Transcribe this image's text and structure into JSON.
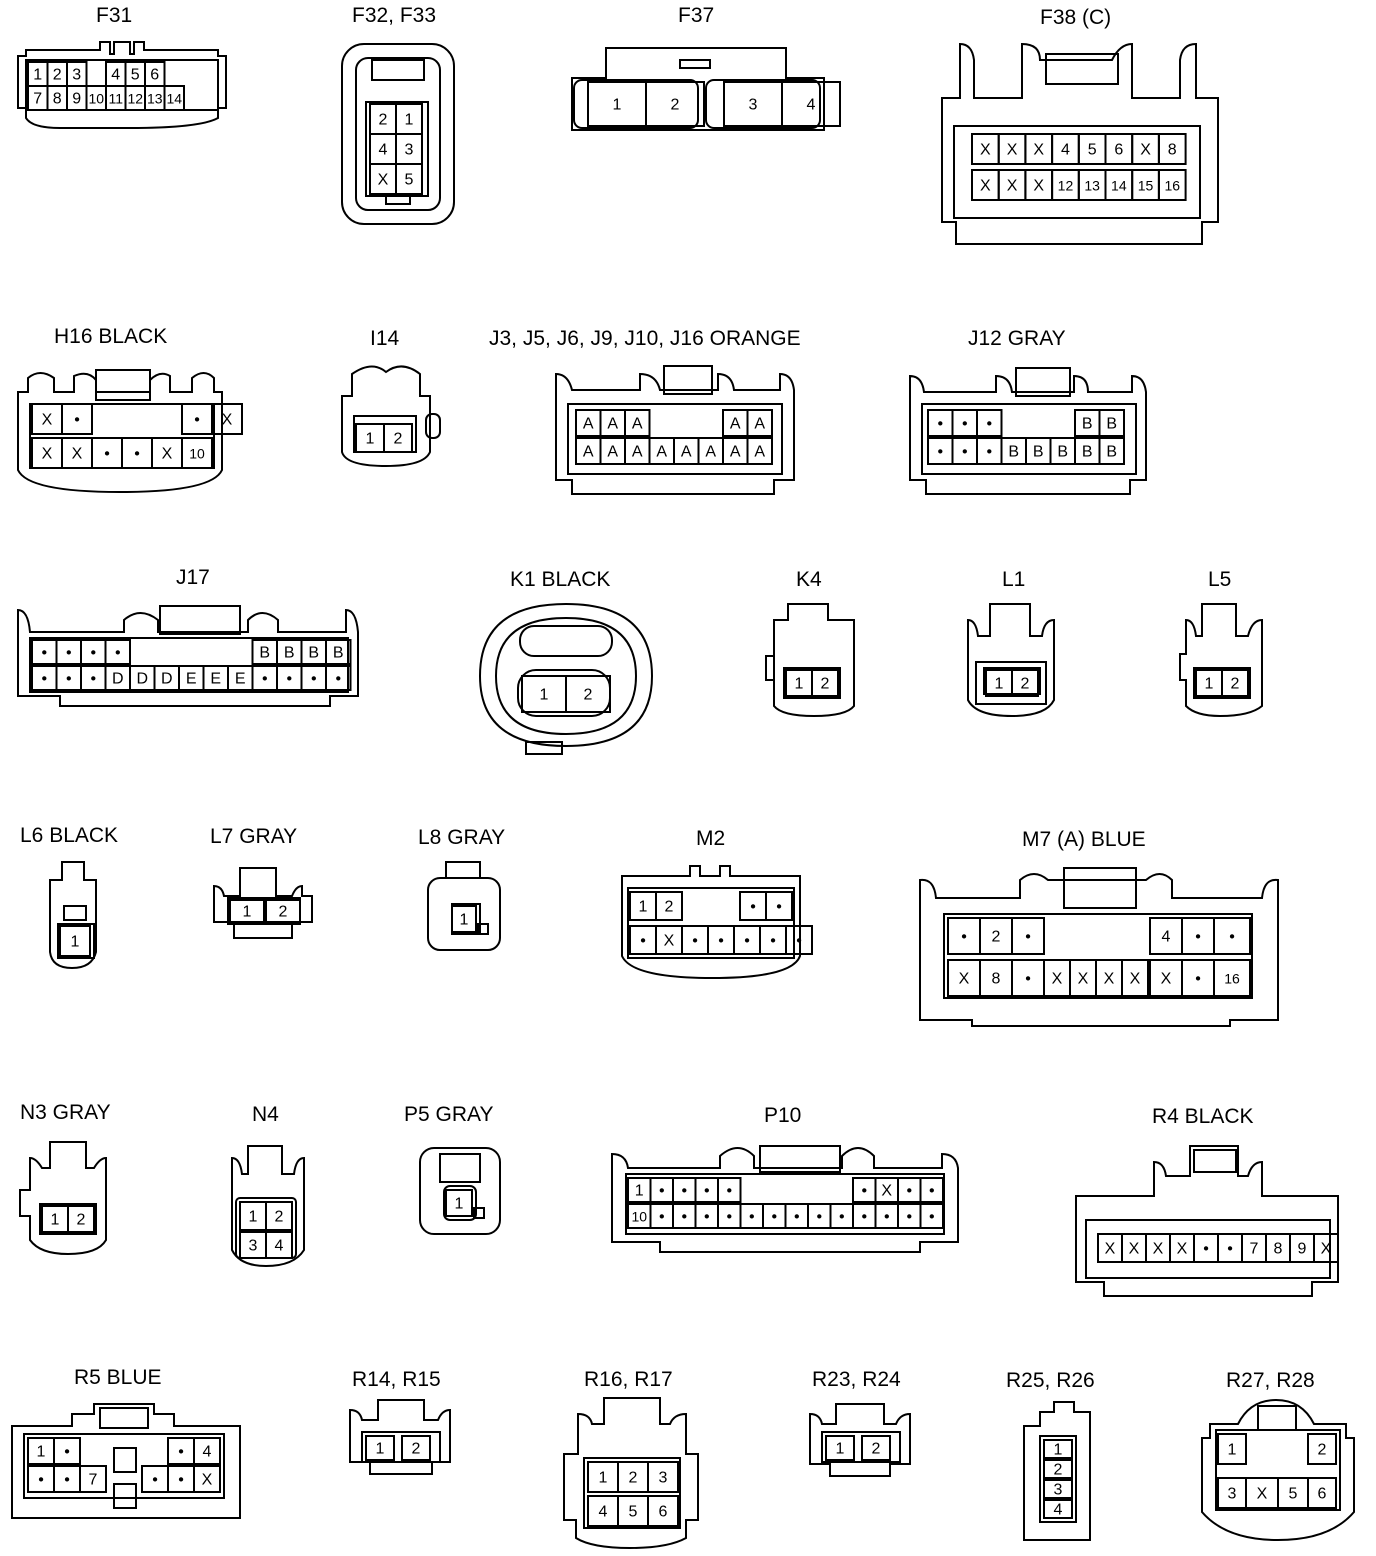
{
  "connectors": [
    {
      "name": "F31",
      "rows": [
        [
          "1",
          "2",
          "3",
          "",
          "4",
          "5",
          "6"
        ],
        [
          "7",
          "8",
          "9",
          "10",
          "11",
          "12",
          "13",
          "14"
        ]
      ]
    },
    {
      "name": "F32, F33",
      "rows": [
        [
          "2",
          "1"
        ],
        [
          "4",
          "3"
        ],
        [
          "X",
          "5"
        ]
      ]
    },
    {
      "name": "F37",
      "rows": [
        [
          "1",
          "2",
          "3",
          "4"
        ]
      ]
    },
    {
      "name": "F38 (C)",
      "rows": [
        [
          "X",
          "X",
          "X",
          "4",
          "5",
          "6",
          "X",
          "8"
        ],
        [
          "X",
          "X",
          "X",
          "12",
          "13",
          "14",
          "15",
          "16"
        ]
      ]
    },
    {
      "name": "H16  BLACK",
      "rows": [
        [
          "X",
          "•",
          "",
          "",
          "",
          "•",
          "X"
        ],
        [
          "X",
          "X",
          "•",
          "•",
          "X",
          "10"
        ]
      ]
    },
    {
      "name": "I14",
      "rows": [
        [
          "1",
          "2"
        ]
      ]
    },
    {
      "name": "J3, J5, J6, J9, J10, J16  ORANGE",
      "rows": [
        [
          "A",
          "A",
          "A",
          "",
          "",
          "",
          "A",
          "A"
        ],
        [
          "A",
          "A",
          "A",
          "A",
          "A",
          "A",
          "A",
          "A"
        ]
      ]
    },
    {
      "name": "J12  GRAY",
      "rows": [
        [
          "•",
          "•",
          "•",
          "",
          "",
          "",
          "B",
          "B"
        ],
        [
          "•",
          "•",
          "•",
          "B",
          "B",
          "B",
          "B",
          "B"
        ]
      ]
    },
    {
      "name": "J17",
      "rows": [
        [
          "•",
          "•",
          "•",
          "•",
          "",
          "",
          "",
          "",
          "",
          "B",
          "B",
          "B",
          "B"
        ],
        [
          "•",
          "•",
          "•",
          "D",
          "D",
          "D",
          "E",
          "E",
          "E",
          "•",
          "•",
          "•",
          "•"
        ]
      ]
    },
    {
      "name": "K1  BLACK",
      "rows": [
        [
          "1",
          "2"
        ]
      ]
    },
    {
      "name": "K4",
      "rows": [
        [
          "1",
          "2"
        ]
      ]
    },
    {
      "name": "L1",
      "rows": [
        [
          "1",
          "2"
        ]
      ]
    },
    {
      "name": "L5",
      "rows": [
        [
          "1",
          "2"
        ]
      ]
    },
    {
      "name": "L6  BLACK",
      "rows": [
        [
          "1"
        ]
      ]
    },
    {
      "name": "L7  GRAY",
      "rows": [
        [
          "1",
          "2"
        ]
      ]
    },
    {
      "name": "L8  GRAY",
      "rows": [
        [
          "1"
        ]
      ]
    },
    {
      "name": "M2",
      "rows": [
        [
          "1",
          "2",
          "",
          "",
          "",
          "•",
          "•"
        ],
        [
          "•",
          "X",
          "•",
          "•",
          "•",
          "•",
          "•"
        ]
      ]
    },
    {
      "name": "M7 (A)  BLUE",
      "rows": [
        [
          "•",
          "2",
          "•",
          "",
          "",
          "",
          "",
          "4",
          "•",
          "•"
        ],
        [
          "X",
          "8",
          "•",
          "X",
          "X",
          "X",
          "X",
          "X",
          "•",
          "16"
        ]
      ]
    },
    {
      "name": "N3  GRAY",
      "rows": [
        [
          "1",
          "2"
        ]
      ]
    },
    {
      "name": "N4",
      "rows": [
        [
          "1",
          "2"
        ],
        [
          "3",
          "4"
        ]
      ]
    },
    {
      "name": "P5  GRAY",
      "rows": [
        [
          "1"
        ]
      ]
    },
    {
      "name": "P10",
      "rows": [
        [
          "1",
          "•",
          "•",
          "•",
          "•",
          "",
          "",
          "",
          "",
          "",
          "•",
          "X",
          "•",
          "•"
        ],
        [
          "10",
          "•",
          "•",
          "•",
          "•",
          "•",
          "•",
          "•",
          "•",
          "•",
          "•",
          "•",
          "•",
          "•"
        ]
      ]
    },
    {
      "name": "R4  BLACK",
      "rows": [
        [
          "X",
          "X",
          "X",
          "X",
          "•",
          "•",
          "7",
          "8",
          "9",
          "X"
        ]
      ]
    },
    {
      "name": "R5  BLUE",
      "rows": [
        [
          "1",
          "•",
          "",
          "",
          "",
          "•",
          "4"
        ],
        [
          "•",
          "•",
          "7",
          "",
          "•",
          "•",
          "X"
        ]
      ]
    },
    {
      "name": "R14, R15",
      "rows": [
        [
          "1",
          "2"
        ]
      ]
    },
    {
      "name": "R16, R17",
      "rows": [
        [
          "1",
          "2",
          "3"
        ],
        [
          "4",
          "5",
          "6"
        ]
      ]
    },
    {
      "name": "R23, R24",
      "rows": [
        [
          "1",
          "2"
        ]
      ]
    },
    {
      "name": "R25, R26",
      "rows": [
        [
          "1"
        ],
        [
          "2"
        ],
        [
          "3"
        ],
        [
          "4"
        ]
      ]
    },
    {
      "name": "R27, R28",
      "rows": [
        [
          "1",
          "",
          "2"
        ],
        [
          "3",
          "X",
          "5",
          "6"
        ]
      ]
    }
  ]
}
